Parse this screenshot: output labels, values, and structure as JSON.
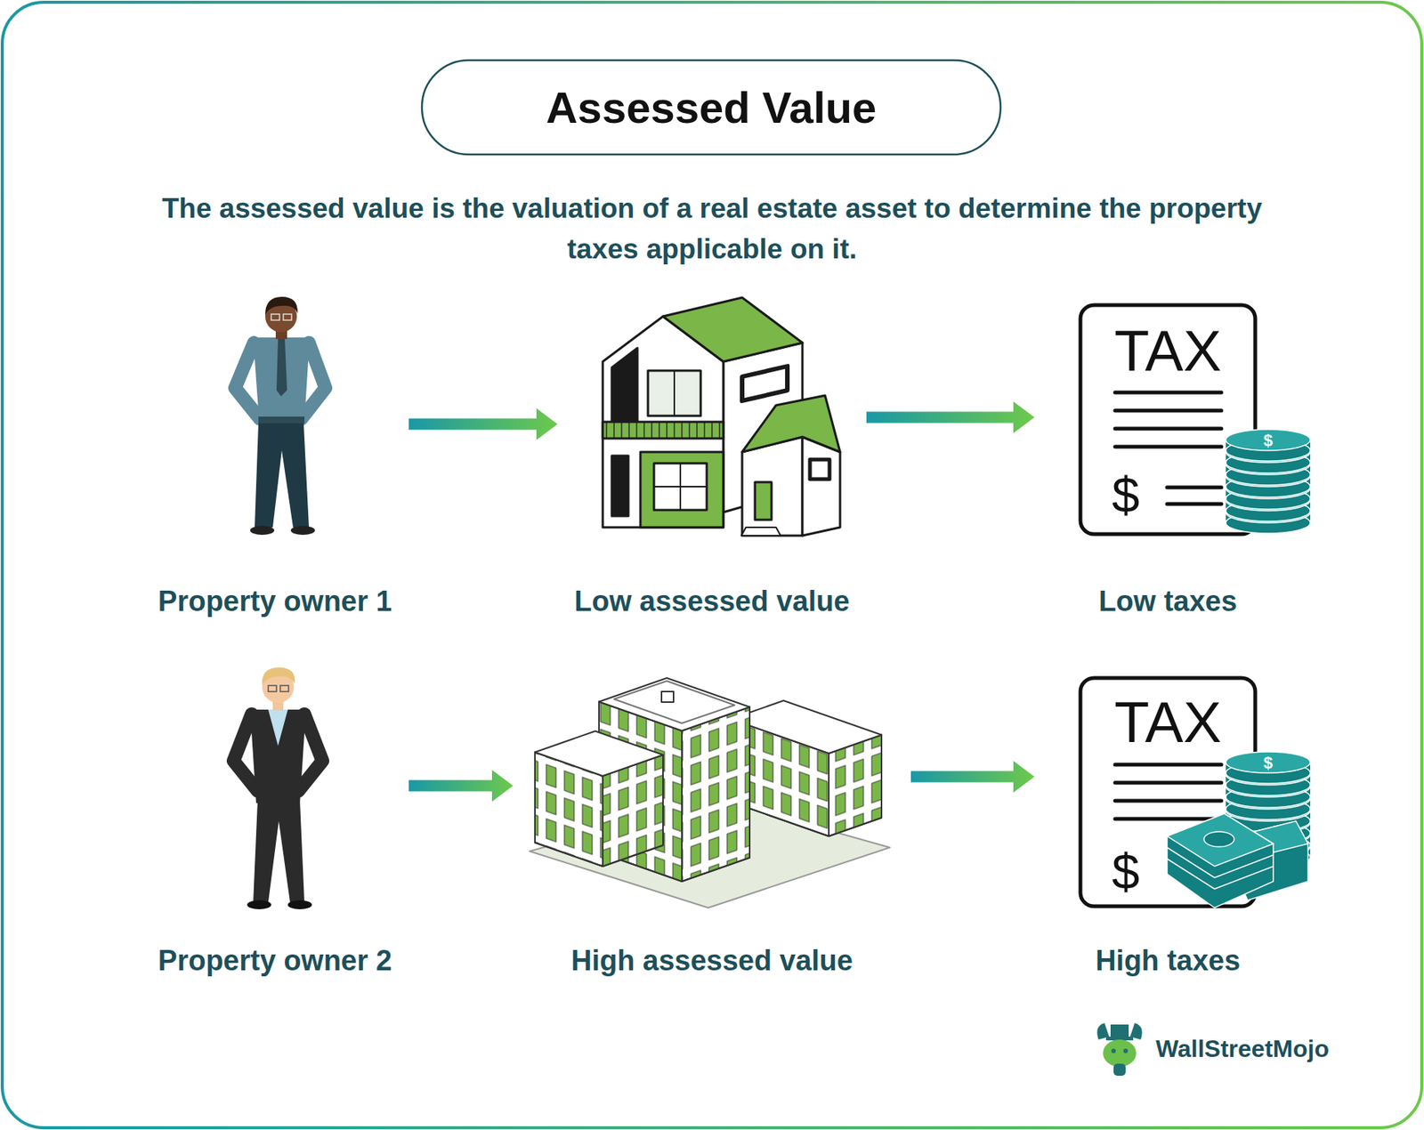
{
  "diagram": {
    "title": "Assessed Value",
    "nodes": [
      {
        "text": [
          "Property owner 1"
        ]
      },
      {
        "text": [
          "Low assessed value"
        ]
      },
      {
        "text": [
          "Low taxes"
        ]
      },
      {
        "text": [
          "Property owner 2"
        ]
      },
      {
        "text": [
          "High assessed value"
        ]
      },
      {
        "text": [
          "High taxes"
        ]
      }
    ],
    "edges": [
      {
        "from": 0,
        "to": 1,
        "arrow": "to"
      },
      {
        "from": 1,
        "to": 2,
        "arrow": "to"
      },
      {
        "from": 3,
        "to": 4,
        "arrow": "to"
      },
      {
        "from": 4,
        "to": 5,
        "arrow": "to"
      }
    ],
    "labels": [
      "The assessed value is the valuation of a real estate asset to determine the property taxes applicable on it.",
      "TAX",
      "$",
      "$",
      "TAX",
      "$",
      "$",
      "WallStreetMojo"
    ]
  }
}
